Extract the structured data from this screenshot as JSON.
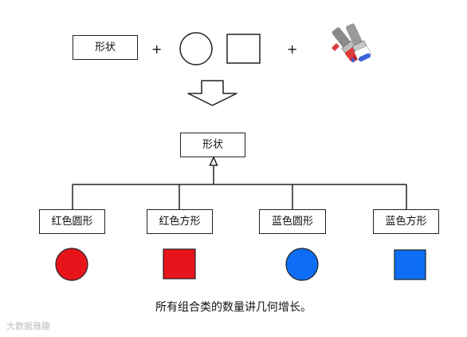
{
  "top_row": {
    "shape_label": "形状",
    "plus": "+",
    "brush_icon": "paint-brushes-icon"
  },
  "hierarchy": {
    "parent_label": "形状",
    "children": [
      {
        "label": "红色圆形",
        "shape": "circle",
        "color": "#e8141c"
      },
      {
        "label": "红色方形",
        "shape": "square",
        "color": "#e8141c"
      },
      {
        "label": "蓝色圆形",
        "shape": "circle",
        "color": "#0d6ef5"
      },
      {
        "label": "蓝色方形",
        "shape": "square",
        "color": "#0d6ef5"
      }
    ]
  },
  "caption": "所有组合类的数量讲几何增长。",
  "watermark": "大数据雅趣"
}
